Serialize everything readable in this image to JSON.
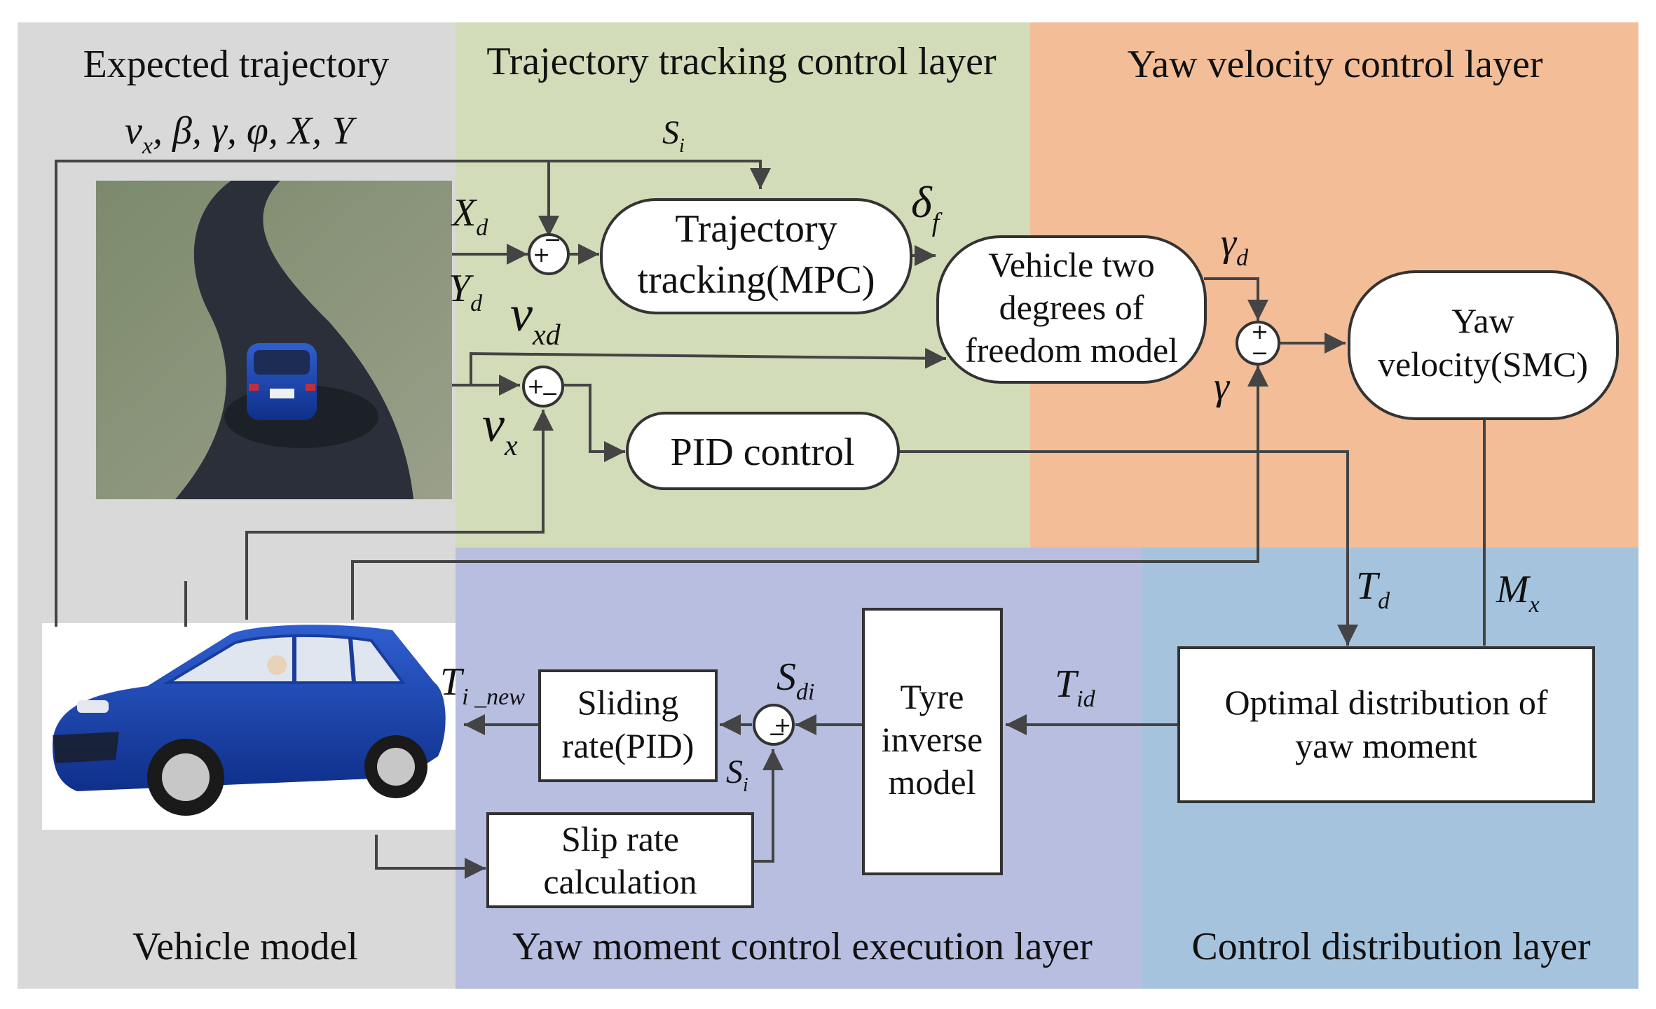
{
  "layers": {
    "expected_trajectory": "Expected trajectory",
    "trajectory_tracking": "Trajectory tracking control layer",
    "yaw_velocity": "Yaw velocity control layer",
    "vehicle_model": "Vehicle model",
    "yaw_moment_execution": "Yaw moment control execution layer",
    "control_distribution": "Control distribution layer"
  },
  "colors": {
    "grey_region": "#d9d9d9",
    "green_region": "#d3dcb8",
    "orange_region": "#f2bd97",
    "purple_region": "#b7bee0",
    "blue_region": "#a6c3de"
  },
  "blocks": {
    "mpc": [
      "Trajectory",
      "tracking(MPC)"
    ],
    "two_dof": [
      "Vehicle two",
      "degrees of",
      "freedom model"
    ],
    "smc": [
      "Yaw",
      "velocity(SMC)"
    ],
    "pid_control": "PID control",
    "optimal": [
      "Optimal distribution of",
      "yaw moment"
    ],
    "tyre": [
      "Tyre",
      "inverse",
      "model"
    ],
    "sliding": [
      "Sliding",
      "rate(PID)"
    ],
    "slip": [
      "Slip rate",
      "calculation"
    ]
  },
  "signals": {
    "state_vector": "v",
    "state_vector_sub": "x",
    "state_vector_rest": ", β, γ, φ, X, Y",
    "s_i": {
      "base": "S",
      "sub": "i"
    },
    "x_d": {
      "base": "X",
      "sub": "d"
    },
    "y_d": {
      "base": "Y",
      "sub": "d"
    },
    "v_xd": {
      "base": "v",
      "sub": "xd"
    },
    "v_x": {
      "base": "v",
      "sub": "x"
    },
    "delta_f": {
      "base": "δ",
      "sub": "f"
    },
    "gamma_d": {
      "base": "γ",
      "sub": "d"
    },
    "gamma": "γ",
    "t_d": {
      "base": "T",
      "sub": "d"
    },
    "m_x": {
      "base": "M",
      "sub": "x"
    },
    "t_id": {
      "base": "T",
      "sub": "id"
    },
    "s_di": {
      "base": "S",
      "sub": "di"
    },
    "s_i_lower": {
      "base": "S",
      "sub": "i"
    },
    "t_i_new": {
      "base": "T",
      "sub": "i _new"
    }
  },
  "sum_signs": {
    "plus": "+",
    "minus": "−"
  }
}
